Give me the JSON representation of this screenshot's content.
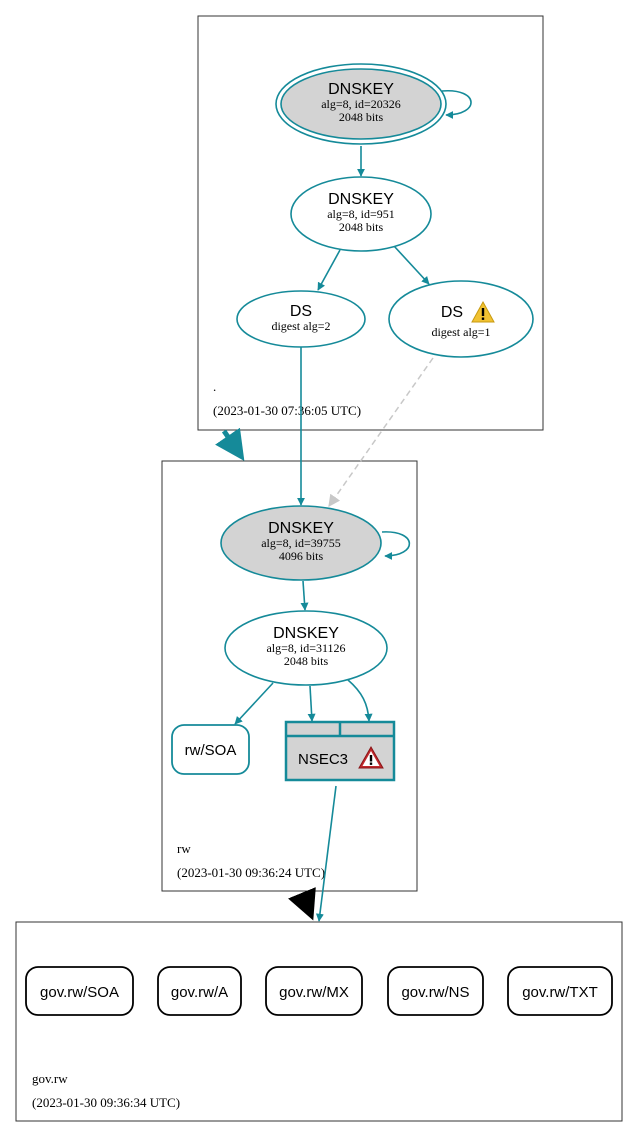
{
  "zones": {
    "root": {
      "name": ".",
      "timestamp": "(2023-01-30 07:36:05 UTC)"
    },
    "rw": {
      "name": "rw",
      "timestamp": "(2023-01-30 09:36:24 UTC)"
    },
    "gov_rw": {
      "name": "gov.rw",
      "timestamp": "(2023-01-30 09:36:34 UTC)"
    }
  },
  "nodes": {
    "root_ksk": {
      "title": "DNSKEY",
      "line1": "alg=8, id=20326",
      "line2": "2048 bits"
    },
    "root_zsk": {
      "title": "DNSKEY",
      "line1": "alg=8, id=951",
      "line2": "2048 bits"
    },
    "ds_2": {
      "title": "DS",
      "line1": "digest alg=2"
    },
    "ds_1": {
      "title": "DS",
      "line1": "digest alg=1",
      "icon": "warning-icon"
    },
    "rw_ksk": {
      "title": "DNSKEY",
      "line1": "alg=8, id=39755",
      "line2": "4096 bits"
    },
    "rw_zsk": {
      "title": "DNSKEY",
      "line1": "alg=8, id=31126",
      "line2": "2048 bits"
    },
    "rw_soa": {
      "label": "rw/SOA"
    },
    "nsec3": {
      "label": "NSEC3",
      "icon": "error-icon"
    },
    "gov_soa": {
      "label": "gov.rw/SOA"
    },
    "gov_a": {
      "label": "gov.rw/A"
    },
    "gov_mx": {
      "label": "gov.rw/MX"
    },
    "gov_ns": {
      "label": "gov.rw/NS"
    },
    "gov_txt": {
      "label": "gov.rw/TXT"
    }
  },
  "colors": {
    "edge": "#158a99",
    "node_stroke": "#158a99",
    "ksk_fill": "#d3d3d3",
    "dashed_edge": "#c8c8c8",
    "delegation": "#000000",
    "warning": "#f1c232",
    "error": "#c0282c"
  }
}
